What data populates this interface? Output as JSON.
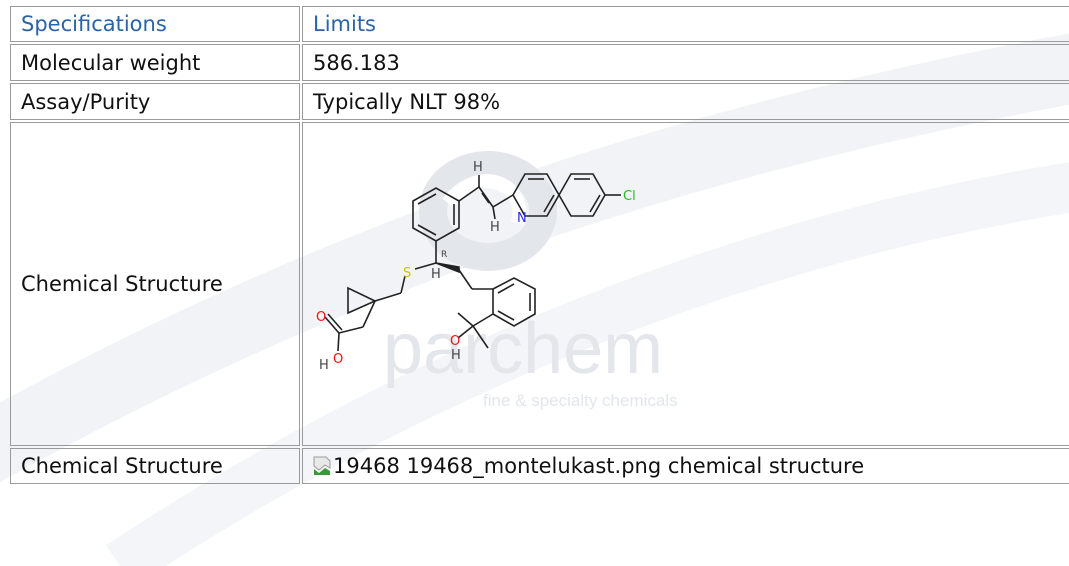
{
  "table": {
    "header": {
      "col1": "Specifications",
      "col2": "Limits"
    },
    "rows": [
      {
        "label": "Molecular weight",
        "value": "586.183"
      },
      {
        "label": "Assay/Purity",
        "value": "Typically NLT 98%"
      },
      {
        "label": "Chemical Structure"
      },
      {
        "label": "Chemical Structure",
        "value": "19468 19468_montelukast.png chemical structure"
      }
    ]
  },
  "watermark": {
    "brand": "parchem",
    "tagline": "fine & specialty chemicals"
  },
  "structure": {
    "atoms": {
      "h_top": "H",
      "n": "N",
      "cl": "Cl",
      "h_vinyl": "H",
      "r_label": "R",
      "s": "S",
      "h_chiral": "H",
      "o_carbonyl": "O",
      "o_acid": "O",
      "h_acid": "H",
      "o_alcohol": "O",
      "h_alcohol": "H"
    }
  },
  "colors": {
    "header_text": "#2a63a8",
    "border": "#9a9a9a",
    "nitrogen": "#2a2aee",
    "chlorine": "#22bb22",
    "sulfur": "#c8c800",
    "oxygen": "#ee1111",
    "watermark": "#e6e9ee"
  },
  "icons": {
    "broken_image": "broken-image-icon"
  }
}
